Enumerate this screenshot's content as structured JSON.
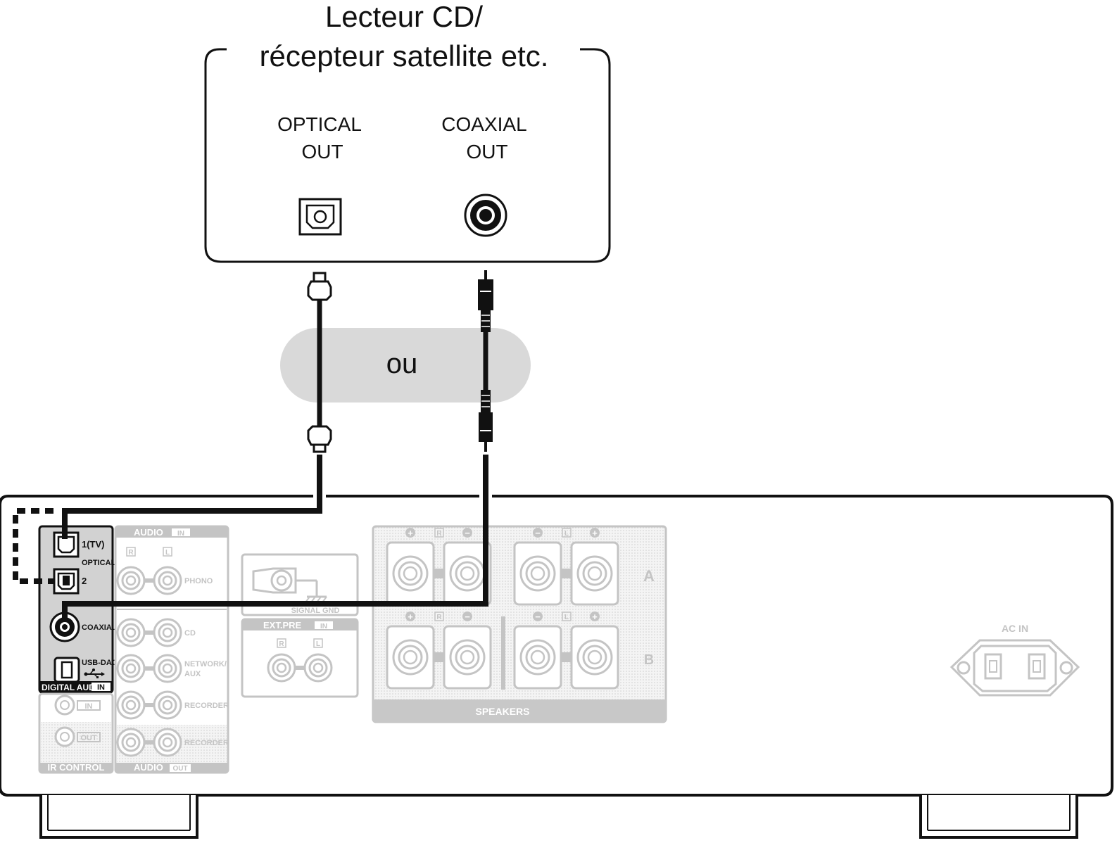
{
  "source_device": {
    "title_line1": "Lecteur CD/",
    "title_line2": "récepteur satellite etc.",
    "optical_out_line1": "OPTICAL",
    "optical_out_line2": "OUT",
    "coaxial_out_line1": "COAXIAL",
    "coaxial_out_line2": "OUT"
  },
  "alternative_label": "ou",
  "amplifier": {
    "digital_audio": {
      "optical_1": "1(TV)",
      "optical_label": "OPTICAL",
      "optical_2": "2",
      "coaxial": "COAXIAL",
      "usb_dac": "USB-DAC",
      "section_label": "DIGITAL AUDIO",
      "section_tag": "IN"
    },
    "audio_in": {
      "header": "AUDIO",
      "header_tag": "IN",
      "r": "R",
      "l": "L",
      "phono": "PHONO",
      "cd": "CD",
      "network_line1": "NETWORK/",
      "network_line2": "AUX",
      "recorder": "RECORDER"
    },
    "audio_out": {
      "recorder": "RECORDER",
      "footer": "AUDIO",
      "footer_tag": "OUT"
    },
    "ir_control": {
      "in": "IN",
      "out": "OUT",
      "label": "IR CONTROL"
    },
    "signal_gnd": "SIGNAL GND",
    "ext_pre": {
      "header": "EXT.PRE",
      "header_tag": "IN",
      "r": "R",
      "l": "L"
    },
    "speakers": {
      "label": "SPEAKERS",
      "row_a": "A",
      "row_b": "B",
      "r": "R",
      "l": "L"
    },
    "ac_in": "AC IN"
  },
  "colors": {
    "line": "#111111",
    "panel_grey": "#c8c8c8",
    "faded": "#c4c4c4",
    "ou_bubble": "#d9d9d9",
    "digital_panel": "#d2d2d2"
  }
}
